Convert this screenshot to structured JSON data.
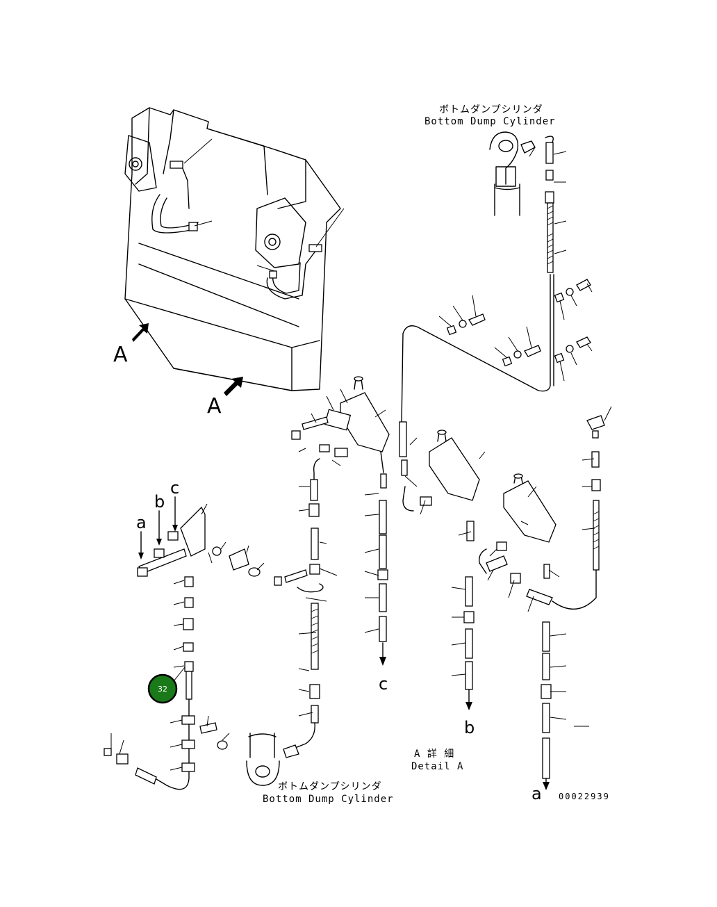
{
  "labels": {
    "top_jp": "ボトムダンプシリンダ",
    "top_en": "Bottom Dump Cylinder",
    "bottom_jp": "ボトムダンプシリンダ",
    "bottom_en": "Bottom Dump Cylinder",
    "detail_jp": "A 詳 細",
    "detail_en": "Detail A",
    "view_a_left": "A",
    "view_a_bottom": "A",
    "conn_a_top": "a",
    "conn_b_top": "b",
    "conn_c_top": "c",
    "conn_c_bottom": "c",
    "conn_b_bottom": "b",
    "conn_a_bottom": "a",
    "drawing_code": "00022939"
  },
  "callout": {
    "number": "32",
    "color": "#1a7a1a"
  }
}
